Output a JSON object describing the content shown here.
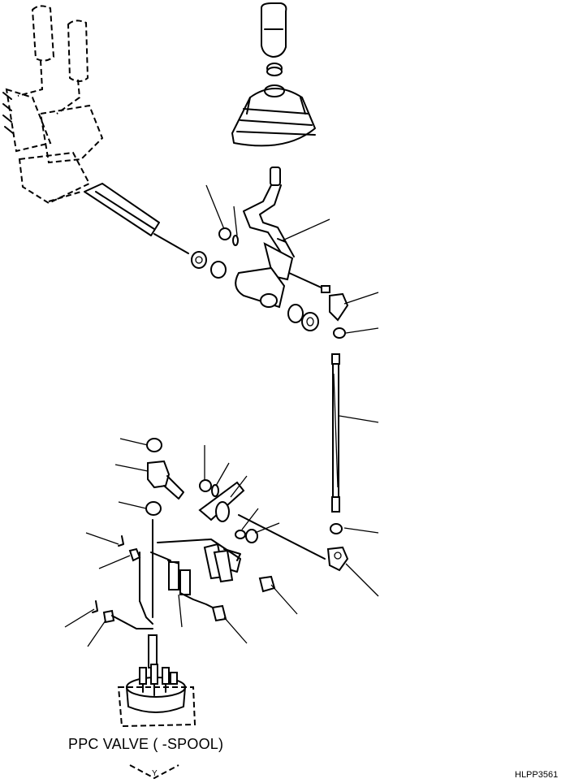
{
  "caption": "PPC VALVE (   -SPOOL)",
  "drawing_code": "HLPP3561",
  "arrow_mark": "Y"
}
